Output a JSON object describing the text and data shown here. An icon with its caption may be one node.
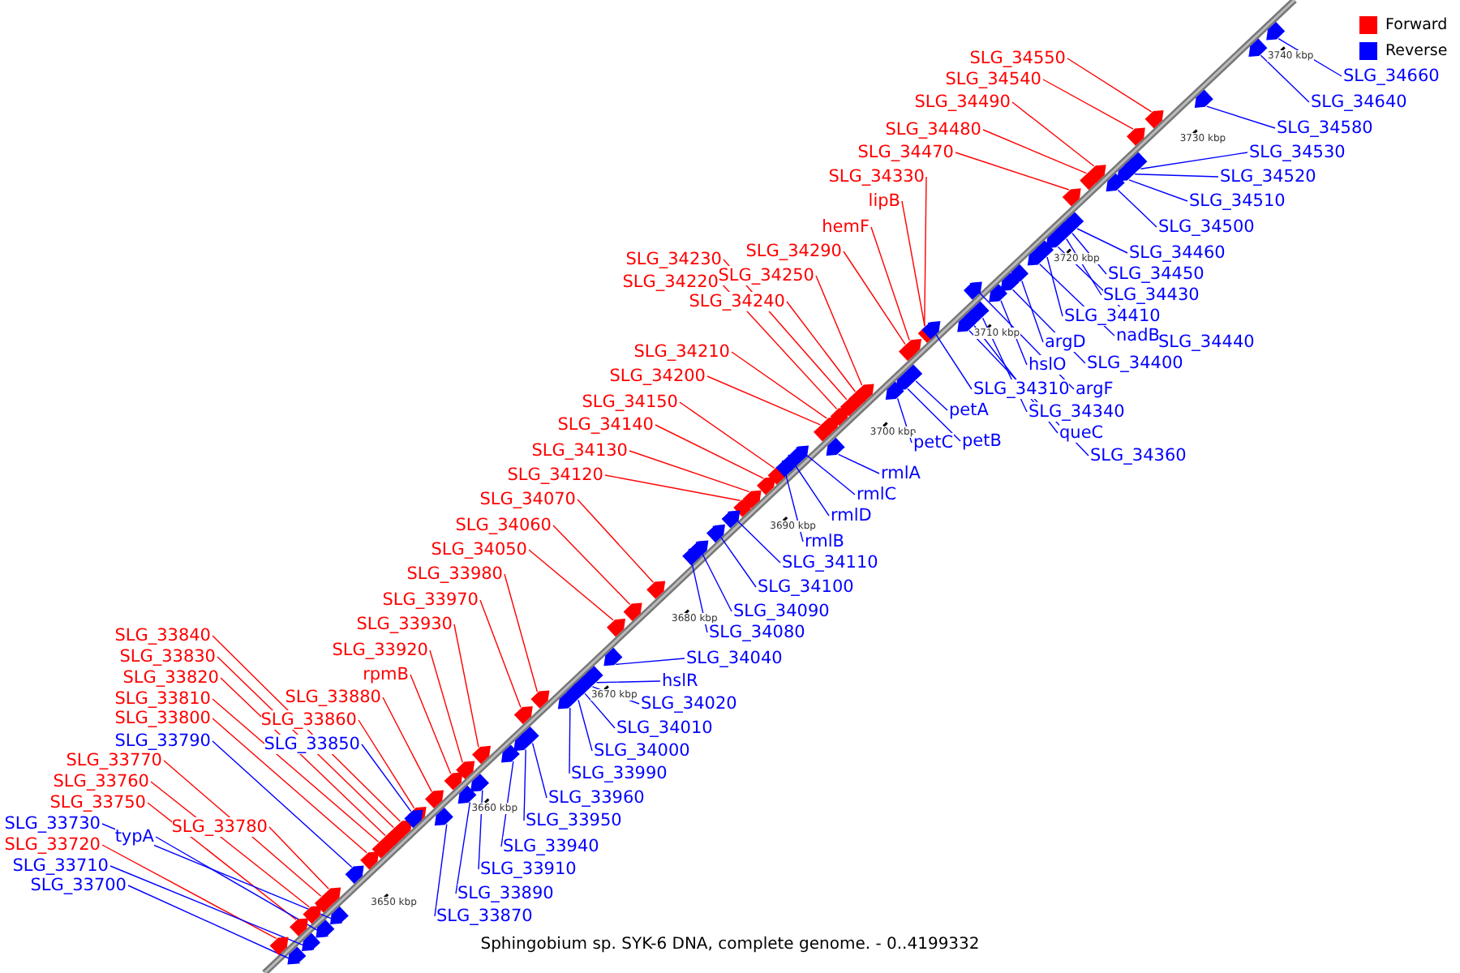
{
  "diagram": {
    "caption": "Sphingobium sp. SYK-6 DNA, complete genome. - 0..4199332",
    "nodes": [
      {
        "text": [
          "SLG_34550"
        ]
      },
      {
        "text": [
          "SLG_34540"
        ]
      },
      {
        "text": [
          "SLG_34490"
        ]
      },
      {
        "text": [
          "SLG_34480"
        ]
      },
      {
        "text": [
          "SLG_34470"
        ]
      },
      {
        "text": [
          "SLG_34330"
        ]
      },
      {
        "text": [
          "lipB"
        ]
      },
      {
        "text": [
          "hemF"
        ]
      },
      {
        "text": [
          "SLG_34290"
        ]
      },
      {
        "text": [
          "SLG_34230"
        ]
      },
      {
        "text": [
          "SLG_34250"
        ]
      },
      {
        "text": [
          "SLG_34220"
        ]
      },
      {
        "text": [
          "SLG_34240"
        ]
      },
      {
        "text": [
          "SLG_34210"
        ]
      },
      {
        "text": [
          "SLG_34200"
        ]
      },
      {
        "text": [
          "SLG_34150"
        ]
      },
      {
        "text": [
          "SLG_34140"
        ]
      },
      {
        "text": [
          "SLG_34130"
        ]
      },
      {
        "text": [
          "SLG_34120"
        ]
      },
      {
        "text": [
          "SLG_34070"
        ]
      },
      {
        "text": [
          "SLG_34060"
        ]
      },
      {
        "text": [
          "SLG_34050"
        ]
      },
      {
        "text": [
          "SLG_33980"
        ]
      },
      {
        "text": [
          "SLG_33970"
        ]
      },
      {
        "text": [
          "SLG_33930"
        ]
      },
      {
        "text": [
          "SLG_33920"
        ]
      },
      {
        "text": [
          "rpmB"
        ]
      },
      {
        "text": [
          "SLG_33880"
        ]
      },
      {
        "text": [
          "SLG_33860"
        ]
      },
      {
        "text": [
          "SLG_33840"
        ]
      },
      {
        "text": [
          "SLG_33830"
        ]
      },
      {
        "text": [
          "SLG_33820"
        ]
      },
      {
        "text": [
          "SLG_33810"
        ]
      },
      {
        "text": [
          "SLG_33800"
        ]
      },
      {
        "text": [
          "SLG_33770"
        ]
      },
      {
        "text": [
          "SLG_33760"
        ]
      },
      {
        "text": [
          "SLG_33750"
        ]
      },
      {
        "text": [
          "SLG_33780"
        ]
      },
      {
        "text": [
          "SLG_33720"
        ]
      },
      {
        "text": [
          "SLG_33850"
        ]
      },
      {
        "text": [
          "SLG_33790"
        ]
      },
      {
        "text": [
          "SLG_33730"
        ]
      },
      {
        "text": [
          "typA"
        ]
      },
      {
        "text": [
          "SLG_33710"
        ]
      },
      {
        "text": [
          "SLG_33700"
        ]
      },
      {
        "text": [
          "SLG_34660"
        ]
      },
      {
        "text": [
          "SLG_34640"
        ]
      },
      {
        "text": [
          "SLG_34580"
        ]
      },
      {
        "text": [
          "SLG_34530"
        ]
      },
      {
        "text": [
          "SLG_34520"
        ]
      },
      {
        "text": [
          "SLG_34510"
        ]
      },
      {
        "text": [
          "SLG_34500"
        ]
      },
      {
        "text": [
          "SLG_34460"
        ]
      },
      {
        "text": [
          "SLG_34450"
        ]
      },
      {
        "text": [
          "SLG_34430"
        ]
      },
      {
        "text": [
          "SLG_34410"
        ]
      },
      {
        "text": [
          "nadB"
        ]
      },
      {
        "text": [
          "SLG_34440"
        ]
      },
      {
        "text": [
          "argD"
        ]
      },
      {
        "text": [
          "SLG_34400"
        ]
      },
      {
        "text": [
          "hslO"
        ]
      },
      {
        "text": [
          "SLG_34310"
        ]
      },
      {
        "text": [
          "argF"
        ]
      },
      {
        "text": [
          "SLG_34340"
        ]
      },
      {
        "text": [
          "queC"
        ]
      },
      {
        "text": [
          "SLG_34360"
        ]
      },
      {
        "text": [
          "petA"
        ]
      },
      {
        "text": [
          "petC"
        ]
      },
      {
        "text": [
          "petB"
        ]
      },
      {
        "text": [
          "rmlA"
        ]
      },
      {
        "text": [
          "rmlC"
        ]
      },
      {
        "text": [
          "rmlD"
        ]
      },
      {
        "text": [
          "rmlB"
        ]
      },
      {
        "text": [
          "SLG_34110"
        ]
      },
      {
        "text": [
          "SLG_34100"
        ]
      },
      {
        "text": [
          "SLG_34090"
        ]
      },
      {
        "text": [
          "SLG_34080"
        ]
      },
      {
        "text": [
          "SLG_34040"
        ]
      },
      {
        "text": [
          "hslR"
        ]
      },
      {
        "text": [
          "SLG_34020"
        ]
      },
      {
        "text": [
          "SLG_34010"
        ]
      },
      {
        "text": [
          "SLG_34000"
        ]
      },
      {
        "text": [
          "SLG_33990"
        ]
      },
      {
        "text": [
          "SLG_33960"
        ]
      },
      {
        "text": [
          "SLG_33950"
        ]
      },
      {
        "text": [
          "SLG_33940"
        ]
      },
      {
        "text": [
          "SLG_33910"
        ]
      },
      {
        "text": [
          "SLG_33890"
        ]
      },
      {
        "text": [
          "SLG_33870"
        ]
      },
      {
        "text": [],
        "shape": "arrow"
      },
      {
        "text": [],
        "shape": "arrow"
      },
      {
        "text": [],
        "shape": "arrow"
      },
      {
        "text": [],
        "shape": "arrow"
      },
      {
        "text": [],
        "shape": "arrow"
      },
      {
        "text": [],
        "shape": "arrow"
      },
      {
        "text": [],
        "shape": "arrow"
      },
      {
        "text": [],
        "shape": "arrow"
      },
      {
        "text": [],
        "shape": "arrow"
      },
      {
        "text": [],
        "shape": "arrow"
      },
      {
        "text": [],
        "shape": "arrow"
      },
      {
        "text": [],
        "shape": "arrow"
      },
      {
        "text": [],
        "shape": "arrow"
      },
      {
        "text": [],
        "shape": "arrow"
      },
      {
        "text": [],
        "shape": "arrow"
      },
      {
        "text": [],
        "shape": "arrow"
      },
      {
        "text": [],
        "shape": "arrow"
      },
      {
        "text": [],
        "shape": "arrow"
      },
      {
        "text": [],
        "shape": "arrow"
      },
      {
        "text": [],
        "shape": "arrow"
      },
      {
        "text": [],
        "shape": "arrow"
      },
      {
        "text": [],
        "shape": "arrow"
      },
      {
        "text": [],
        "shape": "arrow"
      },
      {
        "text": [],
        "shape": "arrow"
      },
      {
        "text": [],
        "shape": "arrow"
      },
      {
        "text": [],
        "shape": "arrow"
      },
      {
        "text": [],
        "shape": "arrow"
      },
      {
        "text": [],
        "shape": "arrow"
      },
      {
        "text": [],
        "shape": "arrow"
      },
      {
        "text": [],
        "shape": "arrow"
      },
      {
        "text": [],
        "shape": "arrow"
      },
      {
        "text": [],
        "shape": "arrow"
      },
      {
        "text": [],
        "shape": "arrow"
      },
      {
        "text": [],
        "shape": "arrow"
      },
      {
        "text": [],
        "shape": "arrow"
      },
      {
        "text": [],
        "shape": "arrow"
      },
      {
        "text": [],
        "shape": "arrow"
      },
      {
        "text": [],
        "shape": "arrow"
      },
      {
        "text": [],
        "shape": "arrow"
      },
      {
        "text": [],
        "shape": "arrow"
      },
      {
        "text": [],
        "shape": "arrow"
      },
      {
        "text": [],
        "shape": "arrow"
      },
      {
        "text": [],
        "shape": "arrow"
      },
      {
        "text": [],
        "shape": "arrow"
      },
      {
        "text": [],
        "shape": "arrow"
      },
      {
        "text": [],
        "shape": "arrow"
      },
      {
        "text": [],
        "shape": "arrow"
      },
      {
        "text": [],
        "shape": "arrow"
      },
      {
        "text": [],
        "shape": "arrow"
      },
      {
        "text": [],
        "shape": "arrow"
      },
      {
        "text": [],
        "shape": "arrow"
      },
      {
        "text": [],
        "shape": "arrow"
      },
      {
        "text": [],
        "shape": "arrow"
      },
      {
        "text": [],
        "shape": "arrow"
      },
      {
        "text": [],
        "shape": "arrow"
      },
      {
        "text": [],
        "shape": "arrow"
      },
      {
        "text": [],
        "shape": "arrow"
      },
      {
        "text": [],
        "shape": "arrow"
      },
      {
        "text": [],
        "shape": "arrow"
      },
      {
        "text": [],
        "shape": "arrow"
      },
      {
        "text": [],
        "shape": "arrow"
      },
      {
        "text": [],
        "shape": "arrow"
      },
      {
        "text": [],
        "shape": "arrow"
      },
      {
        "text": [],
        "shape": "arrow"
      },
      {
        "text": [],
        "shape": "arrow"
      },
      {
        "text": [],
        "shape": "arrow"
      },
      {
        "text": [],
        "shape": "arrow"
      },
      {
        "text": [],
        "shape": "arrow"
      },
      {
        "text": [],
        "shape": "arrow"
      },
      {
        "text": [],
        "shape": "arrow"
      },
      {
        "text": [],
        "shape": "arrow"
      },
      {
        "text": [],
        "shape": "arrow"
      },
      {
        "text": [],
        "shape": "arrow"
      },
      {
        "text": [],
        "shape": "arrow"
      },
      {
        "text": [],
        "shape": "arrow"
      },
      {
        "text": [],
        "shape": "arrow"
      },
      {
        "text": [],
        "shape": "arrow"
      },
      {
        "text": [],
        "shape": "arrow"
      },
      {
        "text": [],
        "shape": "arrow"
      },
      {
        "text": [],
        "shape": "arrow"
      },
      {
        "text": [],
        "shape": "arrow"
      },
      {
        "text": [],
        "shape": "arrow"
      },
      {
        "text": [],
        "shape": "arrow"
      },
      {
        "text": [],
        "shape": "arrow"
      },
      {
        "text": [],
        "shape": "arrow"
      },
      {
        "text": [],
        "shape": "arrow"
      },
      {
        "text": [],
        "shape": "arrow"
      },
      {
        "text": [],
        "shape": "arrow"
      },
      {
        "text": [],
        "shape": "arrow"
      }
    ],
    "edges": [
      {
        "from": 0,
        "to": 89,
        "arrow": "none",
        "color": "#ff0000"
      },
      {
        "from": 1,
        "to": 90,
        "arrow": "none",
        "color": "#ff0000"
      },
      {
        "from": 2,
        "to": 91,
        "arrow": "none",
        "color": "#ff0000"
      },
      {
        "from": 3,
        "to": 92,
        "arrow": "none",
        "color": "#ff0000"
      },
      {
        "from": 4,
        "to": 93,
        "arrow": "none",
        "color": "#ff0000"
      },
      {
        "from": 5,
        "to": 94,
        "arrow": "none",
        "color": "#ff0000"
      },
      {
        "from": 6,
        "to": 95,
        "arrow": "none",
        "color": "#ff0000"
      },
      {
        "from": 7,
        "to": 96,
        "arrow": "none",
        "color": "#ff0000"
      },
      {
        "from": 8,
        "to": 97,
        "arrow": "none",
        "color": "#ff0000"
      },
      {
        "from": 9,
        "to": 98,
        "arrow": "none",
        "color": "#ff0000"
      },
      {
        "from": 10,
        "to": 99,
        "arrow": "none",
        "color": "#ff0000"
      },
      {
        "from": 11,
        "to": 100,
        "arrow": "none",
        "color": "#ff0000"
      },
      {
        "from": 12,
        "to": 101,
        "arrow": "none",
        "color": "#ff0000"
      },
      {
        "from": 13,
        "to": 102,
        "arrow": "none",
        "color": "#ff0000"
      },
      {
        "from": 14,
        "to": 103,
        "arrow": "none",
        "color": "#ff0000"
      },
      {
        "from": 15,
        "to": 104,
        "arrow": "none",
        "color": "#ff0000"
      },
      {
        "from": 16,
        "to": 105,
        "arrow": "none",
        "color": "#ff0000"
      },
      {
        "from": 17,
        "to": 106,
        "arrow": "none",
        "color": "#ff0000"
      },
      {
        "from": 18,
        "to": 107,
        "arrow": "none",
        "color": "#ff0000"
      },
      {
        "from": 19,
        "to": 108,
        "arrow": "none",
        "color": "#ff0000"
      },
      {
        "from": 20,
        "to": 109,
        "arrow": "none",
        "color": "#ff0000"
      },
      {
        "from": 21,
        "to": 110,
        "arrow": "none",
        "color": "#ff0000"
      },
      {
        "from": 22,
        "to": 111,
        "arrow": "none",
        "color": "#ff0000"
      },
      {
        "from": 23,
        "to": 112,
        "arrow": "none",
        "color": "#ff0000"
      },
      {
        "from": 24,
        "to": 113,
        "arrow": "none",
        "color": "#ff0000"
      },
      {
        "from": 25,
        "to": 114,
        "arrow": "none",
        "color": "#ff0000"
      },
      {
        "from": 26,
        "to": 115,
        "arrow": "none",
        "color": "#ff0000"
      },
      {
        "from": 27,
        "to": 116,
        "arrow": "none",
        "color": "#ff0000"
      },
      {
        "from": 28,
        "to": 117,
        "arrow": "none",
        "color": "#ff0000"
      },
      {
        "from": 29,
        "to": 118,
        "arrow": "none",
        "color": "#ff0000"
      },
      {
        "from": 30,
        "to": 119,
        "arrow": "none",
        "color": "#ff0000"
      },
      {
        "from": 31,
        "to": 120,
        "arrow": "none",
        "color": "#ff0000"
      },
      {
        "from": 32,
        "to": 121,
        "arrow": "none",
        "color": "#ff0000"
      },
      {
        "from": 33,
        "to": 122,
        "arrow": "none",
        "color": "#ff0000"
      },
      {
        "from": 34,
        "to": 123,
        "arrow": "none",
        "color": "#ff0000"
      },
      {
        "from": 35,
        "to": 124,
        "arrow": "none",
        "color": "#ff0000"
      },
      {
        "from": 36,
        "to": 125,
        "arrow": "none",
        "color": "#ff0000"
      },
      {
        "from": 37,
        "to": 126,
        "arrow": "none",
        "color": "#ff0000"
      },
      {
        "from": 38,
        "to": 127,
        "arrow": "none",
        "color": "#ff0000"
      },
      {
        "from": 39,
        "to": 128,
        "arrow": "none",
        "color": "#0000ff"
      },
      {
        "from": 40,
        "to": 129,
        "arrow": "none",
        "color": "#0000ff"
      },
      {
        "from": 41,
        "to": 130,
        "arrow": "none",
        "color": "#0000ff"
      },
      {
        "from": 42,
        "to": 131,
        "arrow": "none",
        "color": "#0000ff"
      },
      {
        "from": 43,
        "to": 132,
        "arrow": "none",
        "color": "#0000ff"
      },
      {
        "from": 44,
        "to": 133,
        "arrow": "none",
        "color": "#0000ff"
      },
      {
        "from": 45,
        "to": 134,
        "arrow": "none",
        "color": "#0000ff"
      },
      {
        "from": 46,
        "to": 135,
        "arrow": "none",
        "color": "#0000ff"
      },
      {
        "from": 47,
        "to": 136,
        "arrow": "none",
        "color": "#0000ff"
      },
      {
        "from": 48,
        "to": 137,
        "arrow": "none",
        "color": "#0000ff"
      },
      {
        "from": 49,
        "to": 138,
        "arrow": "none",
        "color": "#0000ff"
      },
      {
        "from": 50,
        "to": 139,
        "arrow": "none",
        "color": "#0000ff"
      },
      {
        "from": 51,
        "to": 140,
        "arrow": "none",
        "color": "#0000ff"
      },
      {
        "from": 52,
        "to": 141,
        "arrow": "none",
        "color": "#0000ff"
      },
      {
        "from": 53,
        "to": 142,
        "arrow": "none",
        "color": "#0000ff"
      },
      {
        "from": 54,
        "to": 143,
        "arrow": "none",
        "color": "#0000ff"
      },
      {
        "from": 55,
        "to": 144,
        "arrow": "none",
        "color": "#0000ff"
      },
      {
        "from": 56,
        "to": 145,
        "arrow": "none",
        "color": "#0000ff"
      },
      {
        "from": 57,
        "to": 146,
        "arrow": "none",
        "color": "#0000ff"
      },
      {
        "from": 58,
        "to": 147,
        "arrow": "none",
        "color": "#0000ff"
      },
      {
        "from": 59,
        "to": 148,
        "arrow": "none",
        "color": "#0000ff"
      },
      {
        "from": 60,
        "to": 149,
        "arrow": "none",
        "color": "#0000ff"
      },
      {
        "from": 61,
        "to": 150,
        "arrow": "none",
        "color": "#0000ff"
      },
      {
        "from": 62,
        "to": 151,
        "arrow": "none",
        "color": "#0000ff"
      },
      {
        "from": 63,
        "to": 152,
        "arrow": "none",
        "color": "#0000ff"
      },
      {
        "from": 64,
        "to": 153,
        "arrow": "none",
        "color": "#0000ff"
      },
      {
        "from": 65,
        "to": 154,
        "arrow": "none",
        "color": "#0000ff"
      },
      {
        "from": 66,
        "to": 155,
        "arrow": "none",
        "color": "#0000ff"
      },
      {
        "from": 67,
        "to": 156,
        "arrow": "none",
        "color": "#0000ff"
      },
      {
        "from": 68,
        "to": 157,
        "arrow": "none",
        "color": "#0000ff"
      },
      {
        "from": 69,
        "to": 158,
        "arrow": "none",
        "color": "#0000ff"
      },
      {
        "from": 70,
        "to": 159,
        "arrow": "none",
        "color": "#0000ff"
      },
      {
        "from": 71,
        "to": 160,
        "arrow": "none",
        "color": "#0000ff"
      },
      {
        "from": 72,
        "to": 161,
        "arrow": "none",
        "color": "#0000ff"
      },
      {
        "from": 73,
        "to": 162,
        "arrow": "none",
        "color": "#0000ff"
      },
      {
        "from": 74,
        "to": 163,
        "arrow": "none",
        "color": "#0000ff"
      },
      {
        "from": 75,
        "to": 164,
        "arrow": "none",
        "color": "#0000ff"
      },
      {
        "from": 76,
        "to": 165,
        "arrow": "none",
        "color": "#0000ff"
      },
      {
        "from": 77,
        "to": 166,
        "arrow": "none",
        "color": "#0000ff"
      },
      {
        "from": 78,
        "to": 167,
        "arrow": "none",
        "color": "#0000ff"
      },
      {
        "from": 79,
        "to": 168,
        "arrow": "none",
        "color": "#0000ff"
      },
      {
        "from": 80,
        "to": 169,
        "arrow": "none",
        "color": "#0000ff"
      },
      {
        "from": 81,
        "to": 170,
        "arrow": "none",
        "color": "#0000ff"
      },
      {
        "from": 82,
        "to": 171,
        "arrow": "none",
        "color": "#0000ff"
      },
      {
        "from": 83,
        "to": 172,
        "arrow": "none",
        "color": "#0000ff"
      },
      {
        "from": 84,
        "to": 173,
        "arrow": "none",
        "color": "#0000ff"
      },
      {
        "from": 85,
        "to": 174,
        "arrow": "none",
        "color": "#0000ff"
      },
      {
        "from": 86,
        "to": 175,
        "arrow": "none",
        "color": "#0000ff"
      },
      {
        "from": 87,
        "to": 176,
        "arrow": "none",
        "color": "#0000ff"
      },
      {
        "from": 88,
        "to": 177,
        "arrow": "none",
        "color": "#0000ff"
      }
    ],
    "labels": [
      "3650 kbp",
      "3660 kbp",
      "3670 kbp",
      "3680 kbp",
      "3690 kbp",
      "3700 kbp",
      "3710 kbp",
      "3720 kbp",
      "3730 kbp",
      "3740 kbp"
    ],
    "legend": [
      {
        "text": "Forward",
        "color": "#ff0000"
      },
      {
        "text": "Reverse",
        "color": "#0000ff"
      }
    ]
  }
}
